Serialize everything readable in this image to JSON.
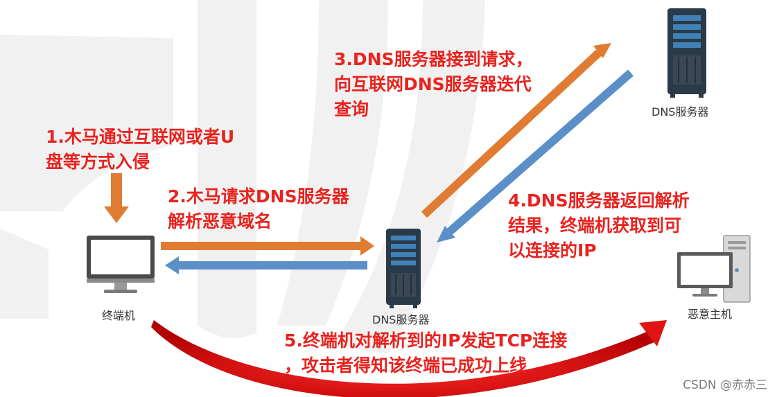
{
  "diagram": {
    "steps": [
      {
        "id": "step-1",
        "lines": [
          "1.木马通过互联网或者U",
          "盘等方式入侵"
        ]
      },
      {
        "id": "step-2",
        "lines": [
          "2.木马请求DNS服务器",
          "解析恶意域名"
        ]
      },
      {
        "id": "step-3",
        "lines": [
          "3.DNS服务器接到请求，",
          "向互联网DNS服务器迭代",
          "查询"
        ]
      },
      {
        "id": "step-4",
        "lines": [
          "4.DNS服务器返回解析",
          "结果，终端机获取到可",
          "以连接的IP"
        ]
      },
      {
        "id": "step-5",
        "lines": [
          "5.终端机对解析到的IP发起TCP连接",
          "，攻击者得知该终端已成功上线"
        ]
      }
    ],
    "nodes": {
      "terminal": "终端机",
      "local_dns": "DNS服务器",
      "internet_dns": "DNS服务器",
      "malicious_host": "恶意主机"
    },
    "colors": {
      "request_arrow": "#e07b32",
      "response_arrow": "#5b8fc7",
      "connection_arrow": "#e01414",
      "label_text": "#e8231f",
      "server_body": "#2b3a48",
      "server_screen": "#3f82b8"
    },
    "watermark": "CSDN @赤赤三"
  }
}
